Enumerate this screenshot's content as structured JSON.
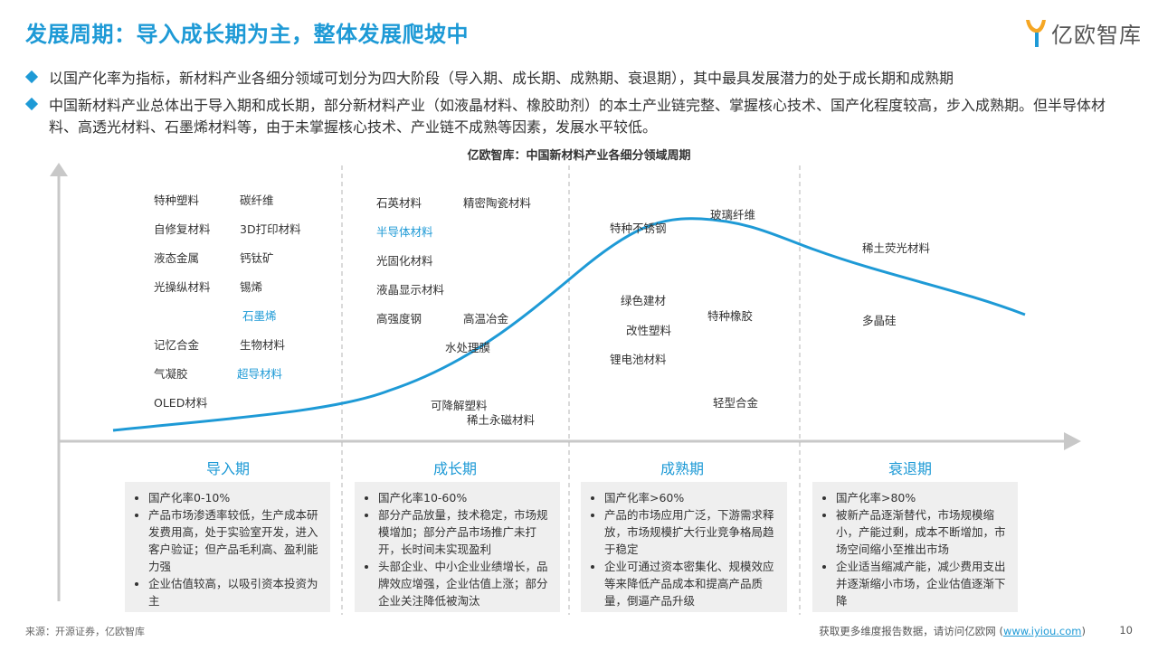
{
  "header": {
    "title": "发展周期：导入成长期为主，整体发展爬坡中",
    "logo_text": "亿欧智库"
  },
  "bullets": [
    "以国产化率为指标，新材料产业各细分领域可划分为四大阶段（导入期、成长期、成熟期、衰退期），其中最具发展潜力的处于成长期和成熟期",
    "中国新材料产业总体出于导入期和成长期，部分新材料产业（如液晶材料、橡胶助剂）的本土产业链完整、掌握核心技术、国产化程度较高，步入成熟期。但半导体材料、高透光材料、石墨烯材料等，由于未掌握核心技术、产业链不成熟等因素，发展水平较低。"
  ],
  "chart": {
    "title": "亿欧智库：中国新材料产业各细分领域周期",
    "accent_color": "#1e9ad6",
    "labels": {
      "intro": [
        "特种塑料",
        "碳纤维",
        "自修复材料",
        "3D打印材料",
        "液态金属",
        "钙钛矿",
        "光操纵材料",
        "锡烯",
        "石墨烯",
        "记忆合金",
        "生物材料",
        "气凝胶",
        "超导材料",
        "OLED材料"
      ],
      "growth": [
        "石英材料",
        "精密陶瓷材料",
        "半导体材料",
        "光固化材料",
        "液晶显示材料",
        "高强度钢",
        "高温冶金",
        "水处理膜",
        "可降解塑料",
        "稀土永磁材料"
      ],
      "mature": [
        "特种不锈钢",
        "玻璃纤维",
        "绿色建材",
        "特种橡胶",
        "改性塑料",
        "锂电池材料",
        "轻型合金"
      ],
      "decline": [
        "稀土荧光材料",
        "多晶硅"
      ]
    },
    "highlighted": [
      "石墨烯",
      "超导材料",
      "半导体材料"
    ]
  },
  "phases": [
    {
      "name": "导入期",
      "points": [
        "国产化率0-10%",
        "产品市场渗透率较低，生产成本研发费用高，处于实验室开发，进入客户验证；但产品毛利高、盈利能力强",
        "企业估值较高，以吸引资本投资为主"
      ]
    },
    {
      "name": "成长期",
      "points": [
        "国产化率10-60%",
        "部分产品放量，技术稳定，市场规模增加；部分产品市场推广未打开，长时间未实现盈利",
        "头部企业、中小企业业绩增长，品牌效应增强，企业估值上涨；部分企业关注降低被淘汰"
      ]
    },
    {
      "name": "成熟期",
      "points": [
        "国产化率>60%",
        "产品的市场应用广泛，下游需求释放，市场规模扩大行业竞争格局趋于稳定",
        "企业可通过资本密集化、规模效应等来降低产品成本和提高产品质量，倒逼产品升级"
      ]
    },
    {
      "name": "衰退期",
      "points": [
        "国产化率>80%",
        "被新产品逐渐替代，市场规模缩小，产能过剩，成本不断增加，市场空间缩小至推出市场",
        "企业适当缩减产能，减少费用支出并逐渐缩小市场，企业估值逐渐下降"
      ]
    }
  ],
  "footer": {
    "source": "来源：开源证券，亿欧智库",
    "prefix": "获取更多维度报告数据，请访问亿欧网 (",
    "link": "www.iyiou.com",
    "suffix": ")",
    "page": "10"
  }
}
